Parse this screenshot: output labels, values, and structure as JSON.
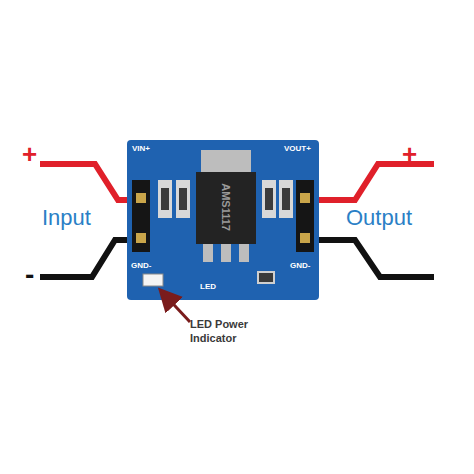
{
  "diagram": {
    "labels": [
      "+",
      "Input",
      "-",
      "+",
      "Output",
      "-",
      "VIN+",
      "GND-",
      "VOUT+",
      "GND-",
      "LED",
      "AMS1117",
      "LED Power Indicator"
    ]
  }
}
